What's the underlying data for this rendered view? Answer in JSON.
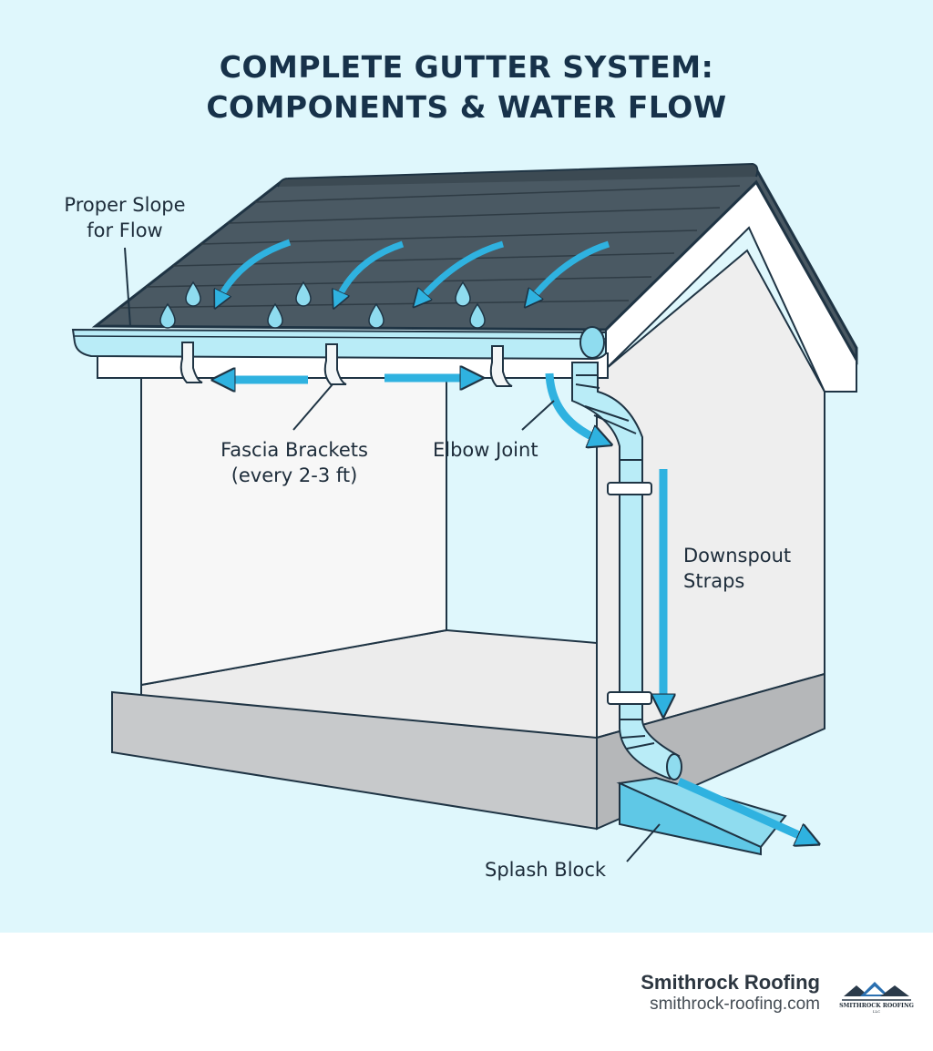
{
  "title": {
    "line1": "COMPLETE GUTTER SYSTEM:",
    "line2": "COMPONENTS & WATER FLOW"
  },
  "labels": {
    "slope_line1": "Proper Slope",
    "slope_line2": "for Flow",
    "brackets_line1": "Fascia Brackets",
    "brackets_line2": "(every 2-3 ft)",
    "elbow": "Elbow Joint",
    "straps_line1": "Downspout",
    "straps_line2": "Straps",
    "splash": "Splash Block"
  },
  "footer": {
    "company": "Smithrock Roofing",
    "website": "smithrock-roofing.com",
    "logo_text": "SMITHROCK ROOFING LLC"
  },
  "colors": {
    "background": "#dff7fc",
    "roof": "#4a5963",
    "water": "#2fb2e0",
    "gutter": "#b9ecf7",
    "outline": "#1f3444"
  }
}
